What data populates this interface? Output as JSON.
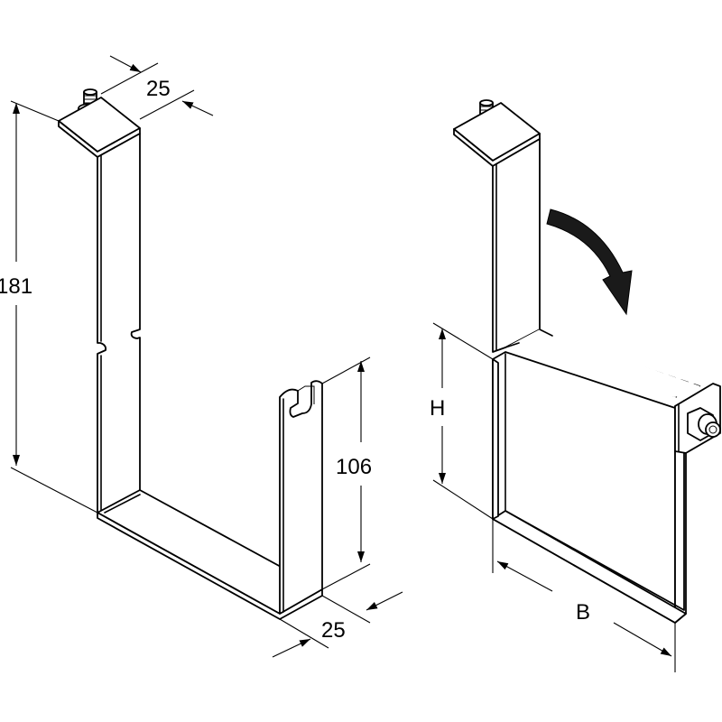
{
  "left_view": {
    "dim_top_width": "25",
    "dim_total_height": "181",
    "dim_tray_height": "106",
    "dim_bottom_depth": "25"
  },
  "right_view": {
    "dim_height_label": "H",
    "dim_width_label": "B"
  }
}
